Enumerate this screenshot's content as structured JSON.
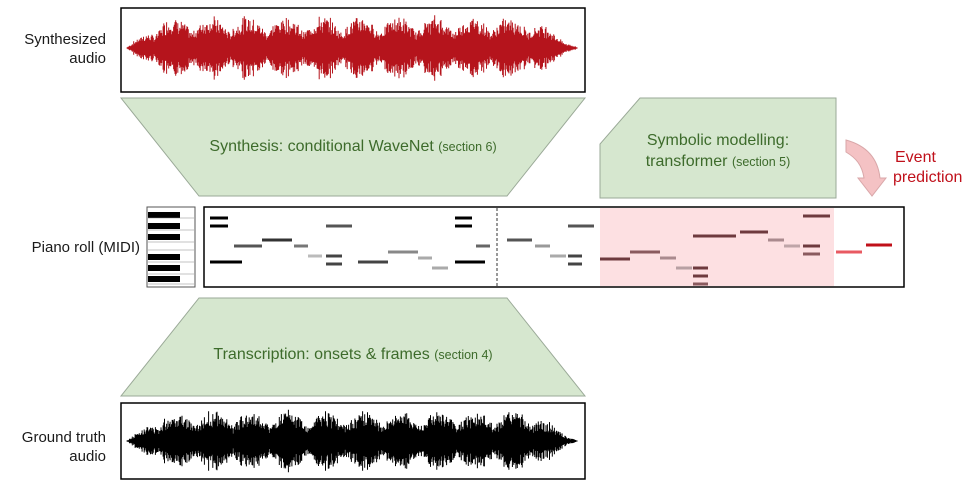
{
  "labels": {
    "synth_audio_line1": "Synthesized",
    "synth_audio_line2": "audio",
    "piano_roll": "Piano roll (MIDI)",
    "gt_audio_line1": "Ground truth",
    "gt_audio_line2": "audio",
    "event_line1": "Event",
    "event_line2": "prediction"
  },
  "boxes": {
    "synthesis_main": "Synthesis: conditional WaveNet",
    "synthesis_sec": "(section 6)",
    "symbolic_line1": "Symbolic modelling:",
    "symbolic_line2": "transformer",
    "symbolic_sec": "(section 5)",
    "transcription_main": "Transcription: onsets & frames",
    "transcription_sec": "(section 4)"
  },
  "colors": {
    "box_fill": "#d6e7cf",
    "box_stroke": "#9aa997",
    "box_text": "#3d6b2b",
    "synth_wave": "#b5141c",
    "gt_wave": "#000000",
    "prediction_region": "#fde0e2",
    "event_text": "#c0101a",
    "arrow_fill": "#f4c2c4"
  },
  "icons": {
    "keyboard": "piano-keyboard-icon",
    "arrow": "curved-arrow-down-icon"
  }
}
